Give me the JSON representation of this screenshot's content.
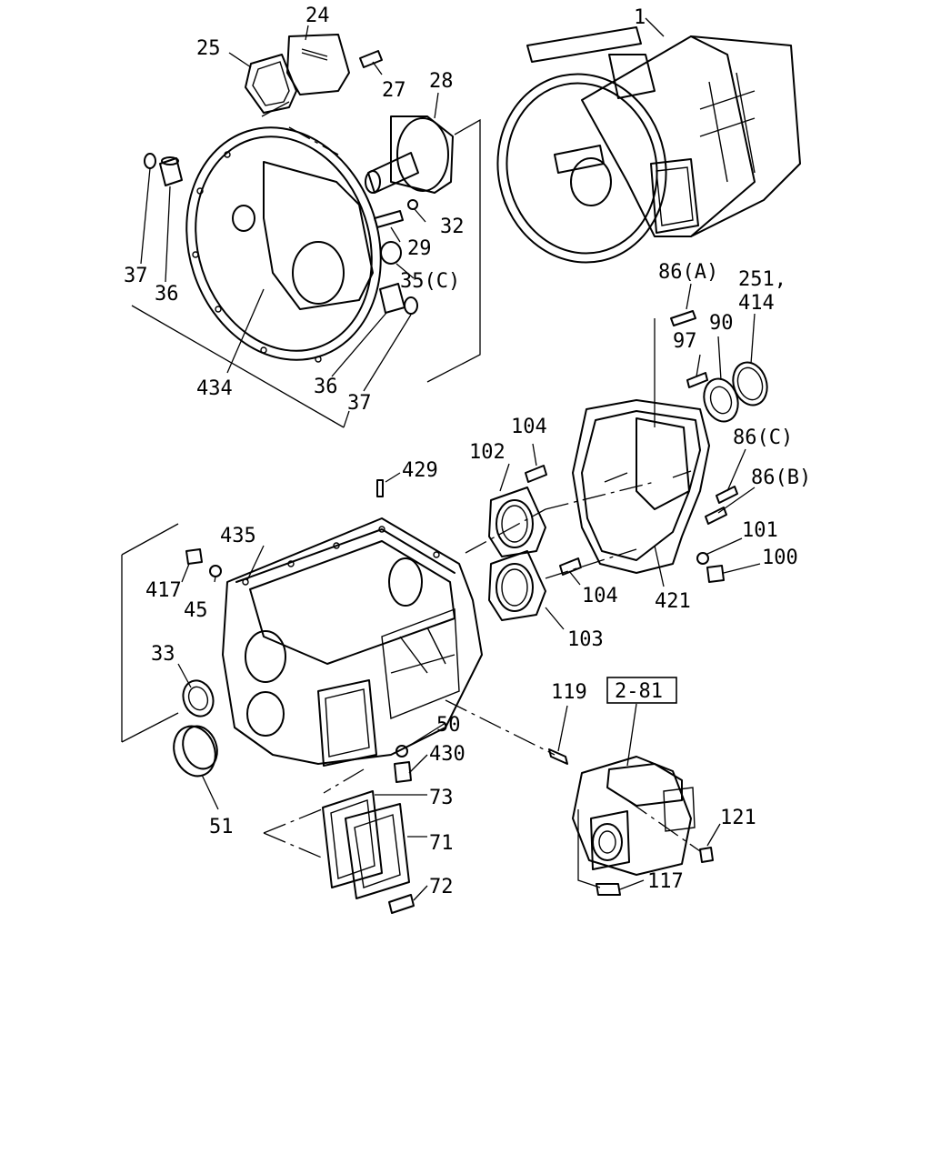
{
  "labels": {
    "l1": "1",
    "l24": "24",
    "l25": "25",
    "l27": "27",
    "l28": "28",
    "l29": "29",
    "l32": "32",
    "l35c": "35(C)",
    "l37a": "37",
    "l36a": "36",
    "l36b": "36",
    "l37b": "37",
    "l434": "434",
    "l86a": "86(A)",
    "l251": "251,",
    "l414": "414",
    "l90": "90",
    "l97": "97",
    "l104a": "104",
    "l102": "102",
    "l86c": "86(C)",
    "l86b": "86(B)",
    "l101": "101",
    "l100": "100",
    "l421": "421",
    "l104b": "104",
    "l103": "103",
    "l429": "429",
    "l435": "435",
    "l417": "417",
    "l45": "45",
    "l33": "33",
    "l51": "51",
    "l119": "119",
    "l281": "2-81",
    "l50": "50",
    "l430": "430",
    "l73": "73",
    "l71": "71",
    "l72": "72",
    "l121": "121",
    "l117": "117"
  }
}
